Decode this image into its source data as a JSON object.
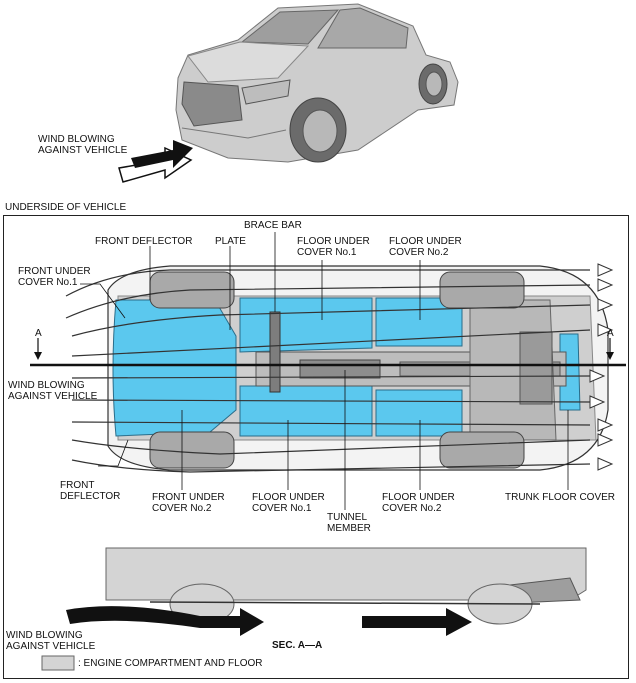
{
  "top": {
    "wind_line1": "WIND BLOWING",
    "wind_line2": "AGAINST VEHICLE",
    "underside_title": "UNDERSIDE OF VEHICLE"
  },
  "labels": {
    "brace_bar": "BRACE BAR",
    "front_deflector_top": "FRONT DEFLECTOR",
    "plate": "PLATE",
    "floor_under_cover_1_top_l1": "FLOOR UNDER",
    "floor_under_cover_1_top_l2": "COVER No.1",
    "floor_under_cover_2_top_l1": "FLOOR UNDER",
    "floor_under_cover_2_top_l2": "COVER No.2",
    "front_under_cover_1_l1": "FRONT UNDER",
    "front_under_cover_1_l2": "COVER No.1",
    "section_mark": "A",
    "wind_mid_l1": "WIND BLOWING",
    "wind_mid_l2": "AGAINST VEHICLE",
    "front_deflector_bot_l1": "FRONT",
    "front_deflector_bot_l2": "DEFLECTOR",
    "front_under_cover_2_l1": "FRONT UNDER",
    "front_under_cover_2_l2": "COVER No.2",
    "floor_under_cover_1_bot_l1": "FLOOR UNDER",
    "floor_under_cover_1_bot_l2": "COVER No.1",
    "tunnel_member_l1": "TUNNEL",
    "tunnel_member_l2": "MEMBER",
    "floor_under_cover_2_bot_l1": "FLOOR UNDER",
    "floor_under_cover_2_bot_l2": "COVER No.2",
    "trunk_floor_cover": "TRUNK FLOOR COVER"
  },
  "section": {
    "wind_l1": "WIND BLOWING",
    "wind_l2": "AGAINST VEHICLE",
    "title": "SEC. A—A",
    "legend": ": ENGINE COMPARTMENT AND FLOOR"
  },
  "colors": {
    "cover_blue": "#5bc8ee",
    "floor_gray": "#d4d4d4",
    "body_gray": "#cfcfcf",
    "tire_gray": "#a9a9a9"
  }
}
